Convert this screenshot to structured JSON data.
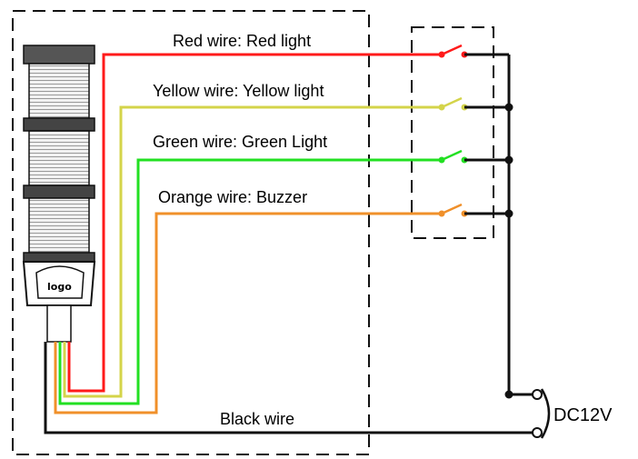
{
  "labels": {
    "red": "Red wire: Red light",
    "yellow": "Yellow wire: Yellow light",
    "green": "Green wire: Green Light",
    "orange": "Orange wire: Buzzer",
    "black": "Black wire",
    "power": "DC12V",
    "logo": "logo"
  },
  "colors": {
    "red": "#ff1a1a",
    "yellow": "#d4d44a",
    "green": "#22e022",
    "orange": "#f0902a",
    "black": "#111111"
  }
}
